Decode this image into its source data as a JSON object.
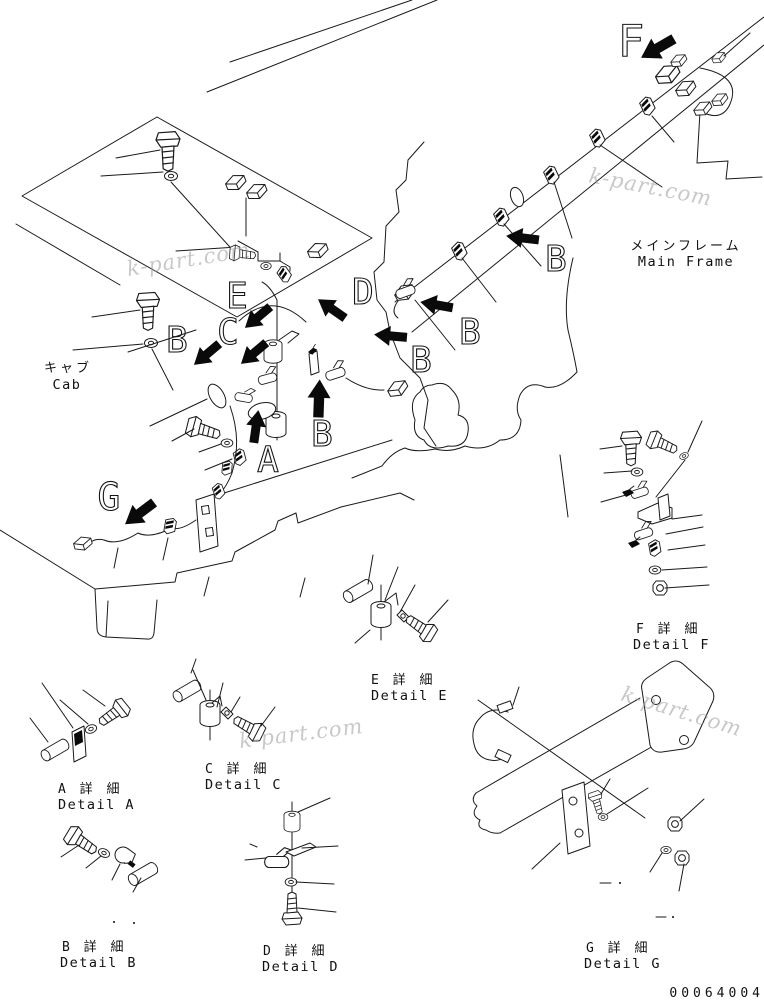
{
  "page": {
    "part_number": "00064004"
  },
  "labels": {
    "cab_jp": "キャブ",
    "cab_en": "Cab",
    "main_frame_jp": "メインフレーム",
    "main_frame_en": "Main Frame"
  },
  "markers": {
    "f": "F",
    "b1": "B",
    "b2": "B",
    "b3": "B",
    "b4": "B",
    "b5": "B",
    "d": "D",
    "e": "E",
    "c": "C",
    "a": "A",
    "g": "G"
  },
  "details": [
    {
      "id": "A",
      "title_jp": "A 詳 細",
      "title_en": "Detail A"
    },
    {
      "id": "C",
      "title_jp": "C 詳 細",
      "title_en": "Detail C"
    },
    {
      "id": "B",
      "title_jp": "B 詳 細",
      "title_en": "Detail B"
    },
    {
      "id": "D",
      "title_jp": "D 詳 細",
      "title_en": "Detail D"
    },
    {
      "id": "E",
      "title_jp": "E 詳 細",
      "title_en": "Detail E"
    },
    {
      "id": "F",
      "title_jp": "F 詳 細",
      "title_en": "Detail F"
    },
    {
      "id": "G",
      "title_jp": "G 詳 細",
      "title_en": "Detail G"
    }
  ],
  "watermarks": [
    "k-part.com",
    "k-part.com",
    "k-part.com",
    "k-part.com"
  ]
}
